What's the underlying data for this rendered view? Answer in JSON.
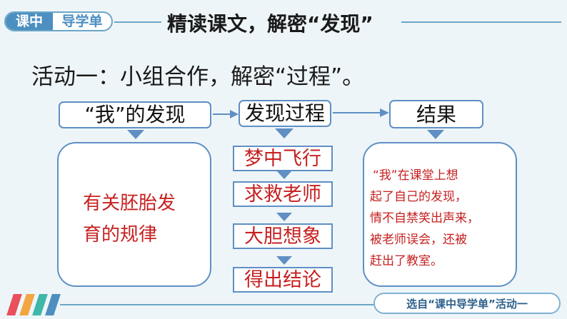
{
  "header": {
    "badge_left": "课中",
    "badge_right": "导学单",
    "title": "精读课文，解密“发现”"
  },
  "activity_title": "活动一：小组合作，解密“过程”。",
  "flow": {
    "columns": [
      "“我”的发现",
      "发现过程",
      "结果"
    ],
    "discovery": "有关胚胎发育的规律",
    "discovery_lines": [
      "有关胚胎发",
      "育的规律"
    ],
    "steps": [
      "梦中飞行",
      "求救老师",
      "大胆想象",
      "得出结论"
    ],
    "result_lines": [
      "“我”在课堂上想",
      "起了自己的发现，",
      "情不自禁笑出声来，",
      "被老师误会，还被",
      "赶出了教室。"
    ]
  },
  "footer": {
    "source": "选自“课中导学单”活动一"
  },
  "colors": {
    "accent_blue": "#4c8fc0",
    "box_border": "#5f8fc4",
    "red_text": "#c62020",
    "background": "#eef5f8",
    "stripes": [
      "#e8505b",
      "#f2a541",
      "#3fb7a9",
      "#4c8fc0"
    ]
  },
  "icons": [
    "arrow-right-icon",
    "arrow-down-icon"
  ]
}
